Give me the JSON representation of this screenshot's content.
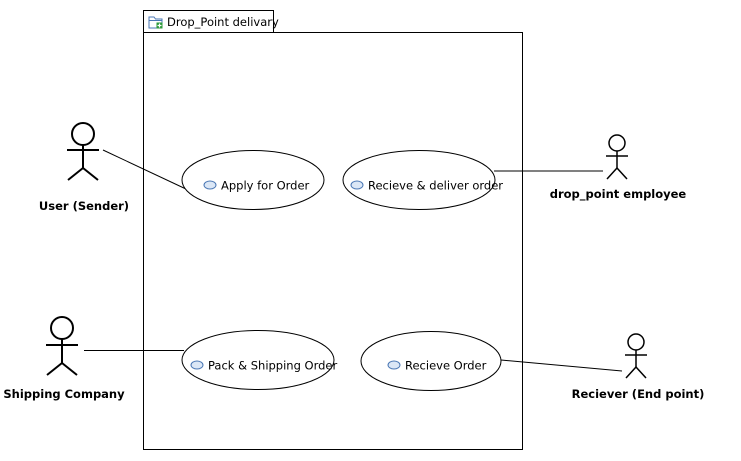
{
  "package": {
    "title": "Drop_Point delivary",
    "icon": "package-icon"
  },
  "actors": {
    "sender": "User (Sender)",
    "shipping_company": "Shipping Company",
    "employee": "drop_point employee",
    "receiver": "Reciever (End point)"
  },
  "use_cases": {
    "apply": "Apply for Order",
    "receive_deliver": "Recieve & deliver order",
    "pack_ship": "Pack & Shipping Order",
    "receive": "Recieve Order"
  },
  "colors": {
    "line": "#000000",
    "background": "#ffffff",
    "usecase_icon_fill": "#dbe7f6",
    "usecase_icon_stroke": "#4a77b4",
    "package_icon": "#4a77b4",
    "package_icon_plus": "#2c9a3a"
  }
}
